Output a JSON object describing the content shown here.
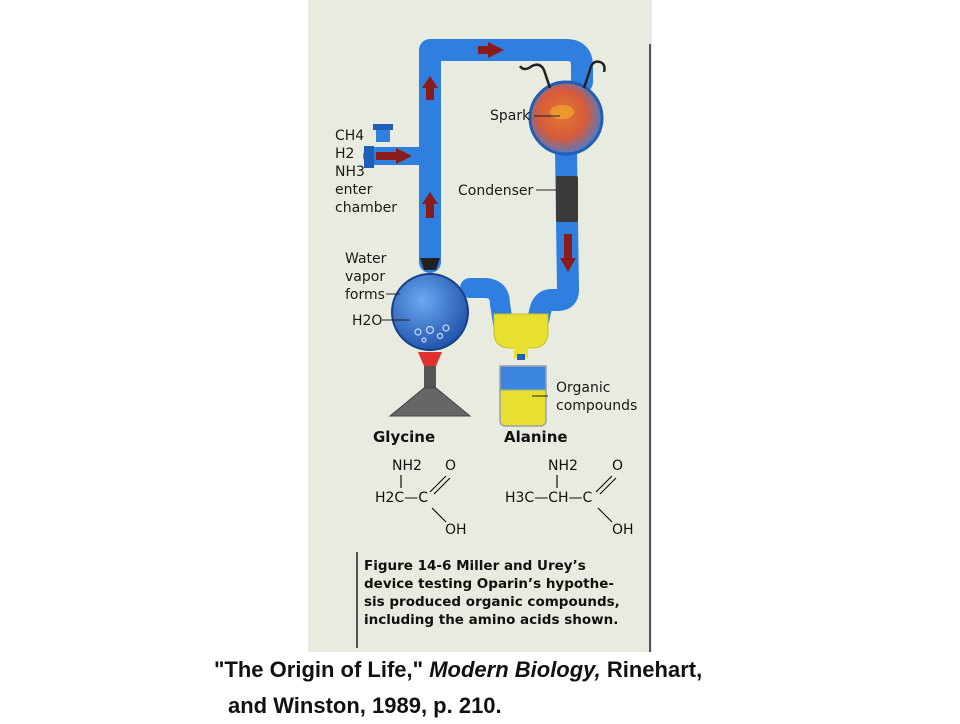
{
  "labels": {
    "gas_inlet": [
      "CH4",
      "H2",
      "NH3",
      "enter",
      "chamber"
    ],
    "spark": "Spark",
    "condenser": "Condenser",
    "water_vapor": [
      "Water",
      "vapor",
      "forms"
    ],
    "h2o": "H2O",
    "organic": [
      "Organic",
      "compounds"
    ]
  },
  "molecules": {
    "glycine": {
      "name": "Glycine",
      "amine": "NH2",
      "carbonyl": "O",
      "chain": "H2C—C",
      "hydroxyl": "OH"
    },
    "alanine": {
      "name": "Alanine",
      "amine": "NH2",
      "carbonyl": "O",
      "chain": "H3C—CH—C",
      "hydroxyl": "OH"
    }
  },
  "caption": [
    "Figure 14-6   Miller and Urey’s",
    "device testing Oparin’s hypothe-",
    "sis produced organic compounds,",
    "including the amino acids shown."
  ],
  "citation": {
    "title_quoted": "\"The Origin of Life,\"",
    "book": "Modern Biology,",
    "publisher": "Rinehart,",
    "line2": "and Winston, 1989, p. 210."
  },
  "colors": {
    "tube": "#2e7fe0",
    "tube_dark": "#1f5fb8",
    "liquid_yellow": "#e8e030",
    "arrow": "#8b1a1a",
    "condenser": "#3a3a3a",
    "panel_bg": "#e8ece0"
  }
}
